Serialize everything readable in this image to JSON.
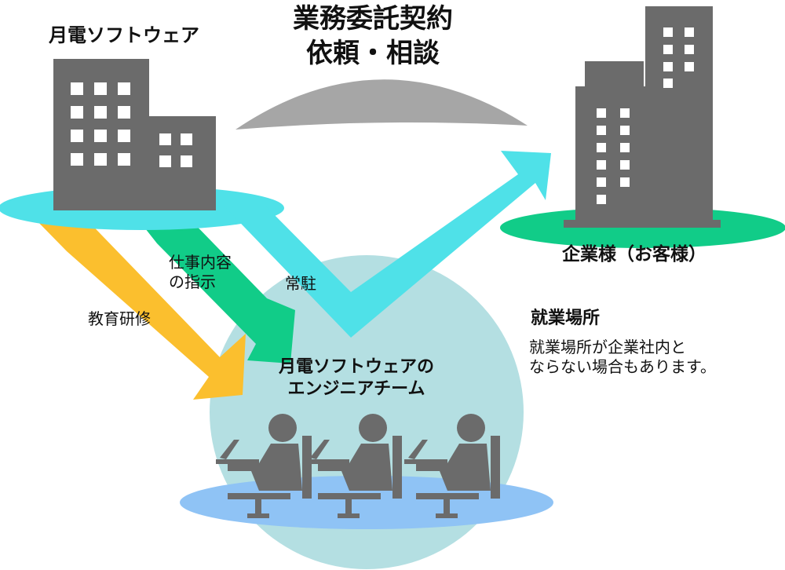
{
  "contract": {
    "line1": "業務委託契約",
    "line2": "依頼・相談"
  },
  "gettsuden": {
    "name": "月電ソフトウェア"
  },
  "client": {
    "name": "企業様（お客様）"
  },
  "team": {
    "line1": "月電ソフトウェアの",
    "line2": "エンジニアチーム"
  },
  "arrows": {
    "training": "教育研修",
    "instruction_line1": "仕事内容",
    "instruction_line2": "の指示",
    "resident": "常駐"
  },
  "workplace": {
    "title": "就業場所",
    "note_line1": "就業場所が企業社内と",
    "note_line2": "ならない場合もあります。"
  },
  "colors": {
    "building": "#6b6b6b",
    "cyan": "#4fe1e8",
    "green": "#11cc88",
    "yellow": "#fbbf2e",
    "circle": "#b4dfe2",
    "floor": "#8fc3f5",
    "dome": "#a6a6a6"
  }
}
